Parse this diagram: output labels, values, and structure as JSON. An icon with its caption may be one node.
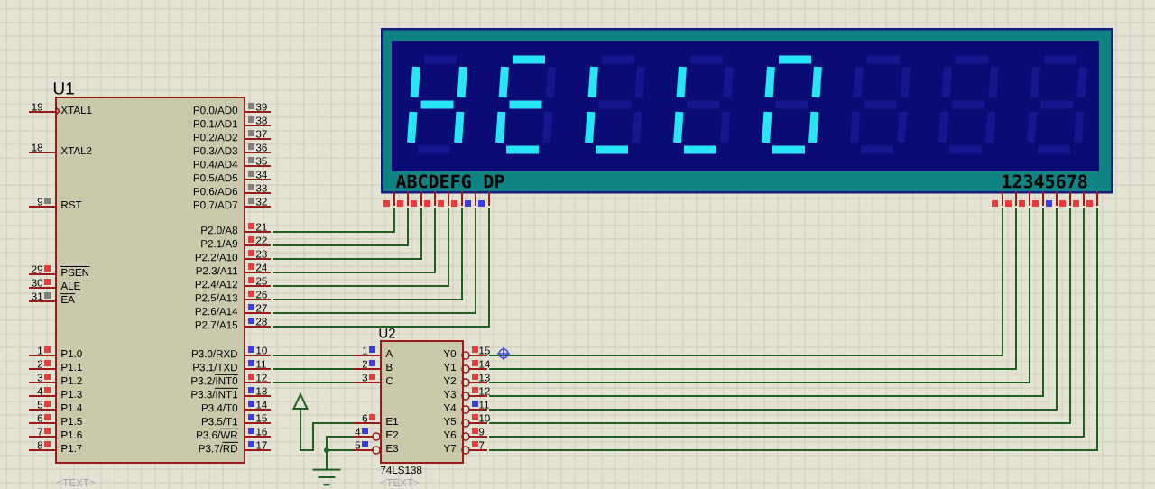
{
  "diagram": {
    "nodes": [
      {
        "text": [
          "ABCDEFG",
          "DP",
          "12345678"
        ]
      },
      {
        "text": [
          "U1"
        ],
        "beside": [
          "<TEXT>"
        ]
      },
      {
        "text": [
          "U2"
        ],
        "beside": [
          "74LS138",
          "<TEXT>"
        ]
      },
      {
        "text": [],
        "shape": "arrow"
      },
      {
        "text": [],
        "shape": "ground"
      }
    ],
    "edges": [
      {
        "from": 1,
        "to": 0,
        "arrow": "none"
      },
      {
        "from": 1,
        "to": 0,
        "arrow": "none"
      },
      {
        "from": 1,
        "to": 0,
        "arrow": "none"
      },
      {
        "from": 1,
        "to": 0,
        "arrow": "none"
      },
      {
        "from": 1,
        "to": 0,
        "arrow": "none"
      },
      {
        "from": 1,
        "to": 0,
        "arrow": "none"
      },
      {
        "from": 1,
        "to": 0,
        "arrow": "none"
      },
      {
        "from": 1,
        "to": 0,
        "arrow": "none"
      },
      {
        "from": 1,
        "to": 2,
        "arrow": "none"
      },
      {
        "from": 1,
        "to": 2,
        "arrow": "none"
      },
      {
        "from": 1,
        "to": 2,
        "arrow": "none"
      },
      {
        "from": 2,
        "to": 0,
        "arrow": "none"
      },
      {
        "from": 2,
        "to": 0,
        "arrow": "none"
      },
      {
        "from": 2,
        "to": 0,
        "arrow": "none"
      },
      {
        "from": 2,
        "to": 0,
        "arrow": "none"
      },
      {
        "from": 2,
        "to": 0,
        "arrow": "none"
      },
      {
        "from": 2,
        "to": 0,
        "arrow": "none"
      },
      {
        "from": 2,
        "to": 0,
        "arrow": "none"
      },
      {
        "from": 2,
        "to": 0,
        "arrow": "none"
      },
      {
        "from": 3,
        "to": 2,
        "arrow": "none"
      },
      {
        "from": 4,
        "to": 2,
        "arrow": "none"
      },
      {
        "from": 4,
        "to": 2,
        "arrow": "none"
      }
    ],
    "labels": [
      "19",
      "XTAL1",
      "18",
      "XTAL2",
      "9",
      "RST",
      "29",
      "PSEN",
      "30",
      "ALE",
      "31",
      "EA",
      "1",
      "P1.0",
      "2",
      "P1.1",
      "3",
      "P1.2",
      "4",
      "P1.3",
      "5",
      "P1.4",
      "6",
      "P1.5",
      "7",
      "P1.6",
      "8",
      "P1.7",
      "P0.0/AD0",
      "39",
      "P0.1/AD1",
      "38",
      "P0.2/AD2",
      "37",
      "P0.3/AD3",
      "36",
      "P0.4/AD4",
      "35",
      "P0.5/AD5",
      "34",
      "P0.6/AD6",
      "33",
      "P0.7/AD7",
      "32",
      "P2.0/A8",
      "21",
      "P2.1/A9",
      "22",
      "P2.2/A10",
      "23",
      "P2.3/A11",
      "24",
      "P2.4/A12",
      "25",
      "P2.5/A13",
      "26",
      "P2.6/A14",
      "27",
      "P2.7/A15",
      "28",
      "P3.0/RXD",
      "10",
      "P3.1/TXD",
      "11",
      "P3.2/INT0",
      "12",
      "P3.3/INT1",
      "13",
      "P3.4/T0",
      "14",
      "P3.5/T1",
      "15",
      "P3.6/WR",
      "16",
      "P3.7/RD",
      "17",
      "1",
      "A",
      "2",
      "B",
      "3",
      "C",
      "6",
      "E1",
      "4",
      "E2",
      "5",
      "E3",
      "Y0",
      "15",
      "Y1",
      "14",
      "Y2",
      "13",
      "Y3",
      "12",
      "Y4",
      "11",
      "Y5",
      "10",
      "Y6",
      "9",
      "Y7",
      "7"
    ]
  }
}
